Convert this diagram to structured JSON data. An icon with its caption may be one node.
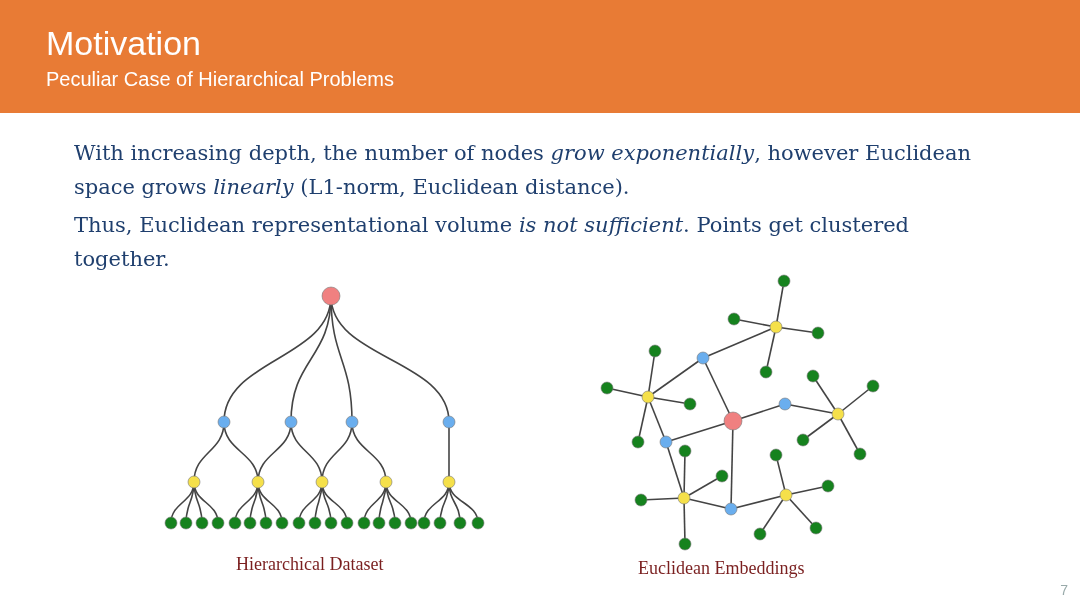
{
  "diagram": {
    "title": "Motivation",
    "labels": [
      "Peculiar Case of Hierarchical Problems",
      "With increasing depth, the number of nodes *grow exponentially*, however Euclidean space grows *linearly* (L1-norm, Euclidean distance).",
      "Thus, Euclidean representational volume *is not sufficient*. Points get clustered together.",
      "Hierarchical Dataset",
      "Euclidean Embeddings",
      "7"
    ]
  }
}
